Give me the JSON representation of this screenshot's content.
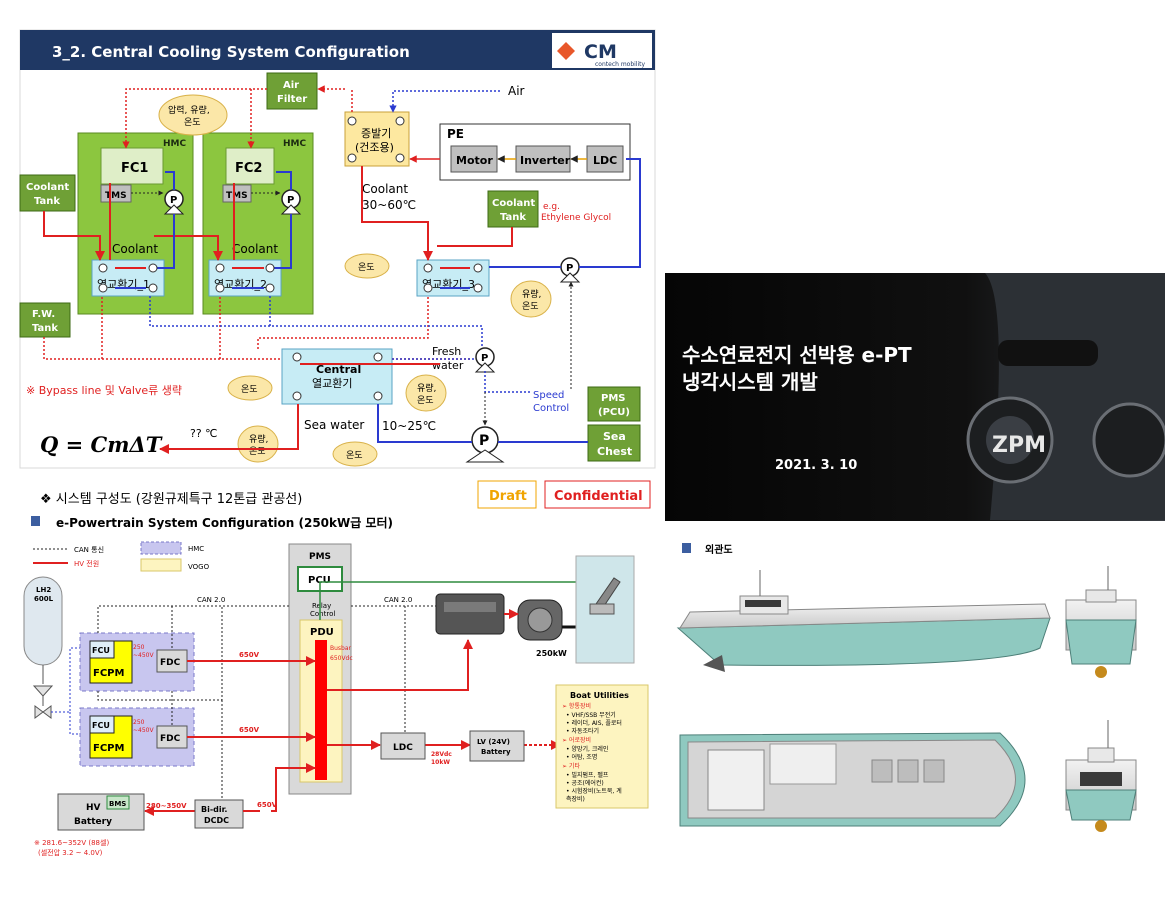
{
  "slide_top": {
    "title": "3_2. Central Cooling System Configuration",
    "logo_main": "CM",
    "logo_sub": "contech mobility",
    "air_filter": [
      "Air",
      "Filter"
    ],
    "pressure_note": [
      "압력, 유량,",
      "온도"
    ],
    "hmc_label": "HMC",
    "fc1": "FC1",
    "fc2": "FC2",
    "tms": "TMS",
    "pump": "P",
    "coolant": "Coolant",
    "hx1": "열교환기_1",
    "hx2": "열교환기_2",
    "hx3": "열교환기_3",
    "coolant_tank_left": [
      "Coolant",
      "Tank"
    ],
    "fw_tank": [
      "F.W.",
      "Tank"
    ],
    "evaporator": [
      "증발기",
      "(건조용)"
    ],
    "air": "Air",
    "pe": "PE",
    "motor": "Motor",
    "inverter": "Inverter",
    "ldc": "LDC",
    "coolant_temp": [
      "Coolant",
      "30~60℃"
    ],
    "coolant_tank_right": [
      "Coolant",
      "Tank"
    ],
    "eg_note": [
      "e.g.",
      "Ethylene Glycol"
    ],
    "temp": "온도",
    "flow_temp": [
      "유량,",
      "온도"
    ],
    "central_hx": [
      "Central",
      "열교환기"
    ],
    "fresh_water": [
      "Fresh",
      "water"
    ],
    "speed_control": [
      "Speed",
      "Control"
    ],
    "pms": [
      "PMS",
      "(PCU)"
    ],
    "sea_chest": [
      "Sea",
      "Chest"
    ],
    "sea_water": "Sea water",
    "sea_temp": "10~25℃",
    "bypass_note": "※ Bypass line 및 Valve류 생략",
    "formula": "Q = CmΔT",
    "out_temp": "?? ℃"
  },
  "slide_bottom": {
    "heading": "❖ 시스템 구성도 (강원규제특구 12톤급 관공선)",
    "subheading": "e-Powertrain System Configuration (250kW급 모터)",
    "badge_draft": "Draft",
    "badge_confidential": "Confidential",
    "legend": [
      "CAN 통신",
      "HV 전원",
      "HMC",
      "VOGO"
    ],
    "lh2": [
      "LH2",
      "600L"
    ],
    "pms": "PMS",
    "pcu": "PCU",
    "relay": [
      "Relay",
      "Control"
    ],
    "pdu": "PDU",
    "busbar": [
      "Busbar",
      "650Vdc"
    ],
    "can1": "CAN 2.0",
    "can2": "CAN 2.0",
    "fcu": "FCU",
    "fcpm": "FCPM",
    "fdc": "FDC",
    "fc_range": [
      "250",
      "~450V"
    ],
    "v650": "650V",
    "ldc": "LDC",
    "ldc_out": [
      "28Vdc",
      "10kW"
    ],
    "lv_battery": [
      "LV (24V)",
      "Battery"
    ],
    "motor_power": "250kW",
    "hv_battery": [
      "HV",
      "Battery"
    ],
    "bms": "BMS",
    "hv_range": "280~350V",
    "bidir": [
      "Bi-dir.",
      "DCDC"
    ],
    "hv_note": [
      "※ 281.6~352V (88셀)",
      "(셀전압 3.2 ~ 4.0V)"
    ],
    "utilities_title": "Boat Utilities",
    "utilities": [
      "➢ 항통장비",
      "• VHF/SSB 무전기",
      "• 레이더, AIS, 플로터",
      "• 자동조타기",
      "➢ 어로장비",
      "• 양망기, 크레인",
      "• 어탐, 조명",
      "➢ 기타",
      "• 빌지펌프, 펠프",
      "• 공조(에어컨)",
      "• 시험장비(노트북, 계",
      "  측장비)"
    ]
  },
  "cover": {
    "title_line1": "수소연료전지 선박용 e-PT",
    "title_line2": "냉각시스템 개발",
    "date": "2021. 3. 10",
    "brand": "ZPM"
  },
  "exterior": {
    "label": "외관도"
  }
}
